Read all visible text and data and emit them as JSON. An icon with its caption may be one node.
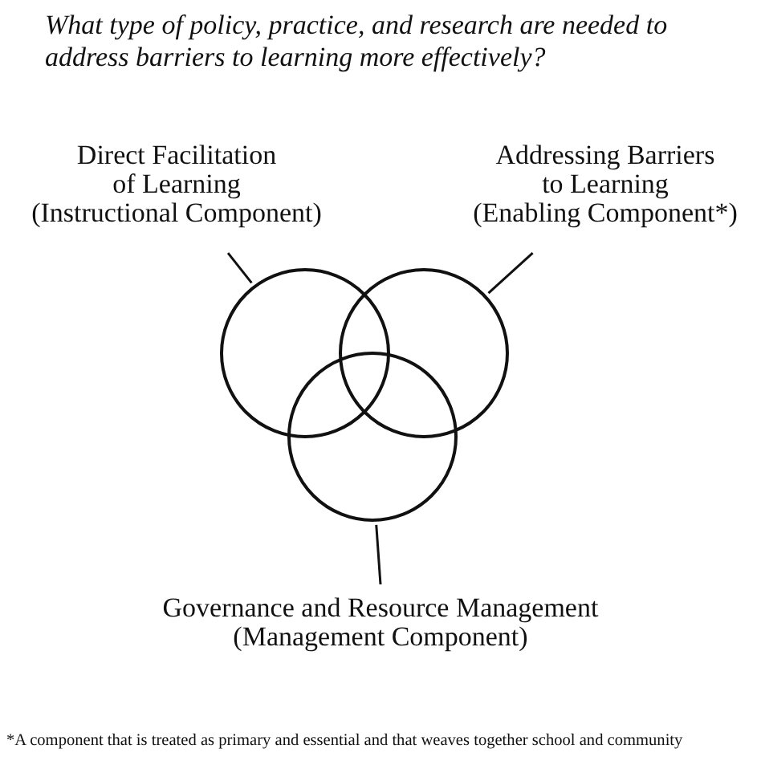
{
  "diagram": {
    "nodes": [
      {
        "text": [
          "Direct Facilitation of Learning",
          "(Instructional Component)"
        ]
      },
      {
        "text": [
          "Addressing Barriers to Learning",
          "(Enabling Component*)"
        ]
      },
      {
        "text": [],
        "shape": "circle"
      },
      {
        "text": [],
        "shape": "circle"
      },
      {
        "text": [],
        "shape": "circle"
      },
      {
        "text": [
          "Governance and Resource Management",
          "(Management Component)"
        ]
      }
    ],
    "edges": [
      {
        "from": 0,
        "to": 2,
        "arrow": "none"
      },
      {
        "from": 1,
        "to": 3,
        "arrow": "none"
      },
      {
        "from": 4,
        "to": 5,
        "arrow": "none"
      }
    ],
    "labels": [
      "What type of policy, practice, and research are needed to address barriers to learning more effectively?",
      "*A component that is treated as primary and essential and that weaves together school and community"
    ]
  }
}
